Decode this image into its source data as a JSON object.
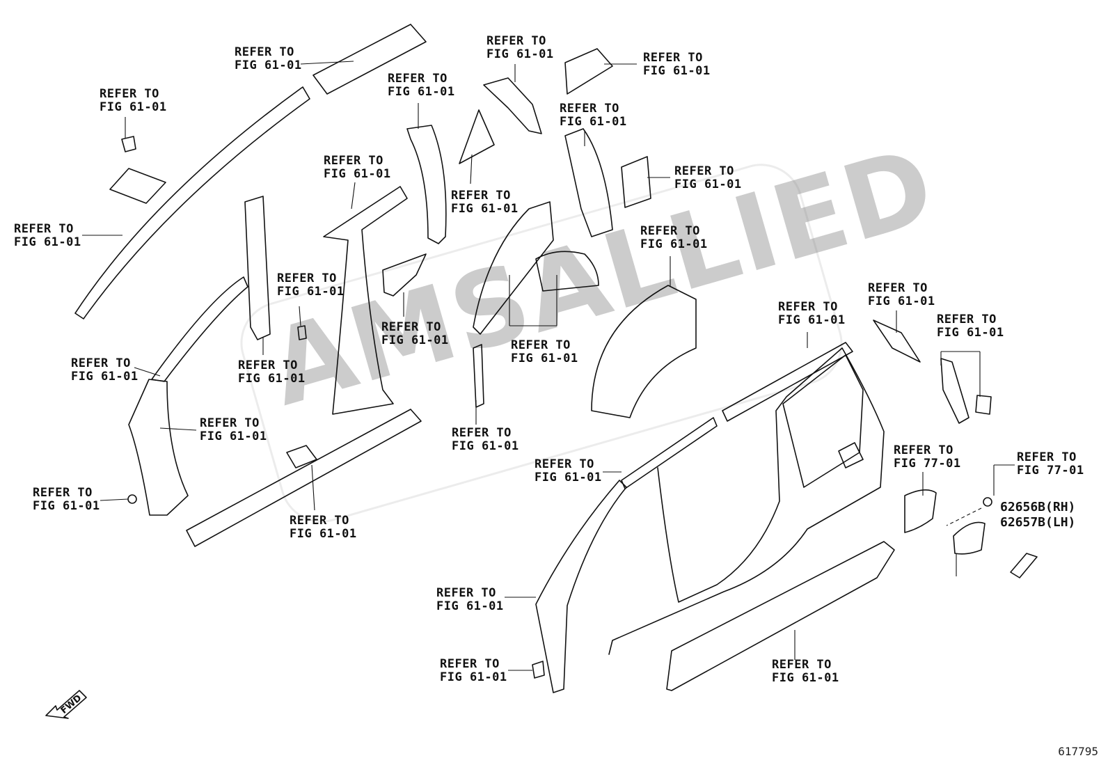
{
  "diagram": {
    "diagram_id": "617795",
    "watermark": "AMSALLIED",
    "fwd_label": "FWD"
  },
  "labels": [
    {
      "id": "l1",
      "line1": "REFER TO",
      "line2": "FIG 61-01"
    },
    {
      "id": "l2",
      "line1": "REFER TO",
      "line2": "FIG 61-01"
    },
    {
      "id": "l3",
      "line1": "REFER TO",
      "line2": "FIG 61-01"
    },
    {
      "id": "l4",
      "line1": "REFER TO",
      "line2": "FIG 61-01"
    },
    {
      "id": "l5",
      "line1": "REFER TO",
      "line2": "FIG 61-01"
    },
    {
      "id": "l6",
      "line1": "REFER TO",
      "line2": "FIG 61-01"
    },
    {
      "id": "l7",
      "line1": "REFER TO",
      "line2": "FIG 61-01"
    },
    {
      "id": "l8",
      "line1": "REFER TO",
      "line2": "FIG 61-01"
    },
    {
      "id": "l9",
      "line1": "REFER TO",
      "line2": "FIG 61-01"
    },
    {
      "id": "l10",
      "line1": "REFER TO",
      "line2": "FIG 61-01"
    },
    {
      "id": "l11",
      "line1": "REFER TO",
      "line2": "FIG 61-01"
    },
    {
      "id": "l12",
      "line1": "REFER TO",
      "line2": "FIG 61-01"
    },
    {
      "id": "l13",
      "line1": "REFER TO",
      "line2": "FIG 61-01"
    },
    {
      "id": "l14",
      "line1": "REFER TO",
      "line2": "FIG 61-01"
    },
    {
      "id": "l15",
      "line1": "REFER TO",
      "line2": "FIG 61-01"
    },
    {
      "id": "l16",
      "line1": "REFER TO",
      "line2": "FIG 61-01"
    },
    {
      "id": "l17",
      "line1": "REFER TO",
      "line2": "FIG 61-01"
    },
    {
      "id": "l18",
      "line1": "REFER TO",
      "line2": "FIG 61-01"
    },
    {
      "id": "l19",
      "line1": "REFER TO",
      "line2": "FIG 61-01"
    },
    {
      "id": "l20",
      "line1": "REFER TO",
      "line2": "FIG 61-01"
    },
    {
      "id": "l21",
      "line1": "REFER TO",
      "line2": "FIG 61-01"
    },
    {
      "id": "l22",
      "line1": "REFER TO",
      "line2": "FIG 61-01"
    },
    {
      "id": "l23",
      "line1": "REFER TO",
      "line2": "FIG 61-01"
    },
    {
      "id": "l24",
      "line1": "REFER TO",
      "line2": "FIG 61-01"
    },
    {
      "id": "l25",
      "line1": "REFER TO",
      "line2": "FIG 61-01"
    },
    {
      "id": "l26",
      "line1": "REFER TO",
      "line2": "FIG 61-01"
    },
    {
      "id": "l27",
      "line1": "REFER TO",
      "line2": "FIG 61-01"
    },
    {
      "id": "l28",
      "line1": "REFER TO",
      "line2": "FIG 77-01"
    },
    {
      "id": "l29",
      "line1": "REFER TO",
      "line2": "FIG 77-01"
    }
  ],
  "part_numbers": {
    "rh": "62656B(RH)",
    "lh": "62657B(LH)"
  }
}
